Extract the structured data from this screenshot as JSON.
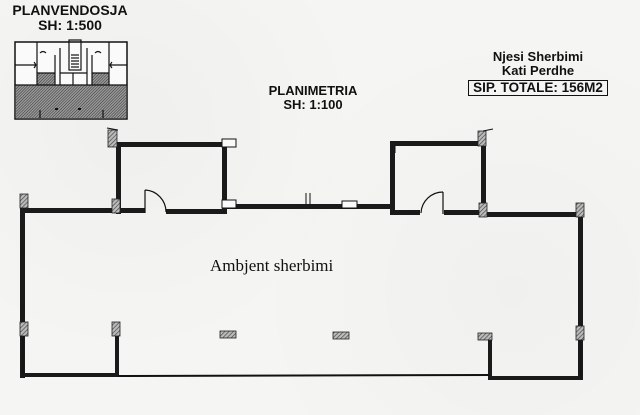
{
  "site_plan": {
    "title": "PLANVENDOSJA",
    "scale": "SH: 1:500"
  },
  "floor_plan": {
    "title": "PLANIMETRIA",
    "scale": "SH: 1:100"
  },
  "unit_info": {
    "name": "Njesi Sherbimi",
    "floor": "Kati Perdhe",
    "total_area": "SIP. TOTALE: 156M2"
  },
  "rooms": [
    {
      "label": "Ambjent sherbimi"
    }
  ],
  "colors": {
    "wall": "#1a1a1a",
    "hatch": "#555555",
    "background": "#f5f5f3"
  }
}
